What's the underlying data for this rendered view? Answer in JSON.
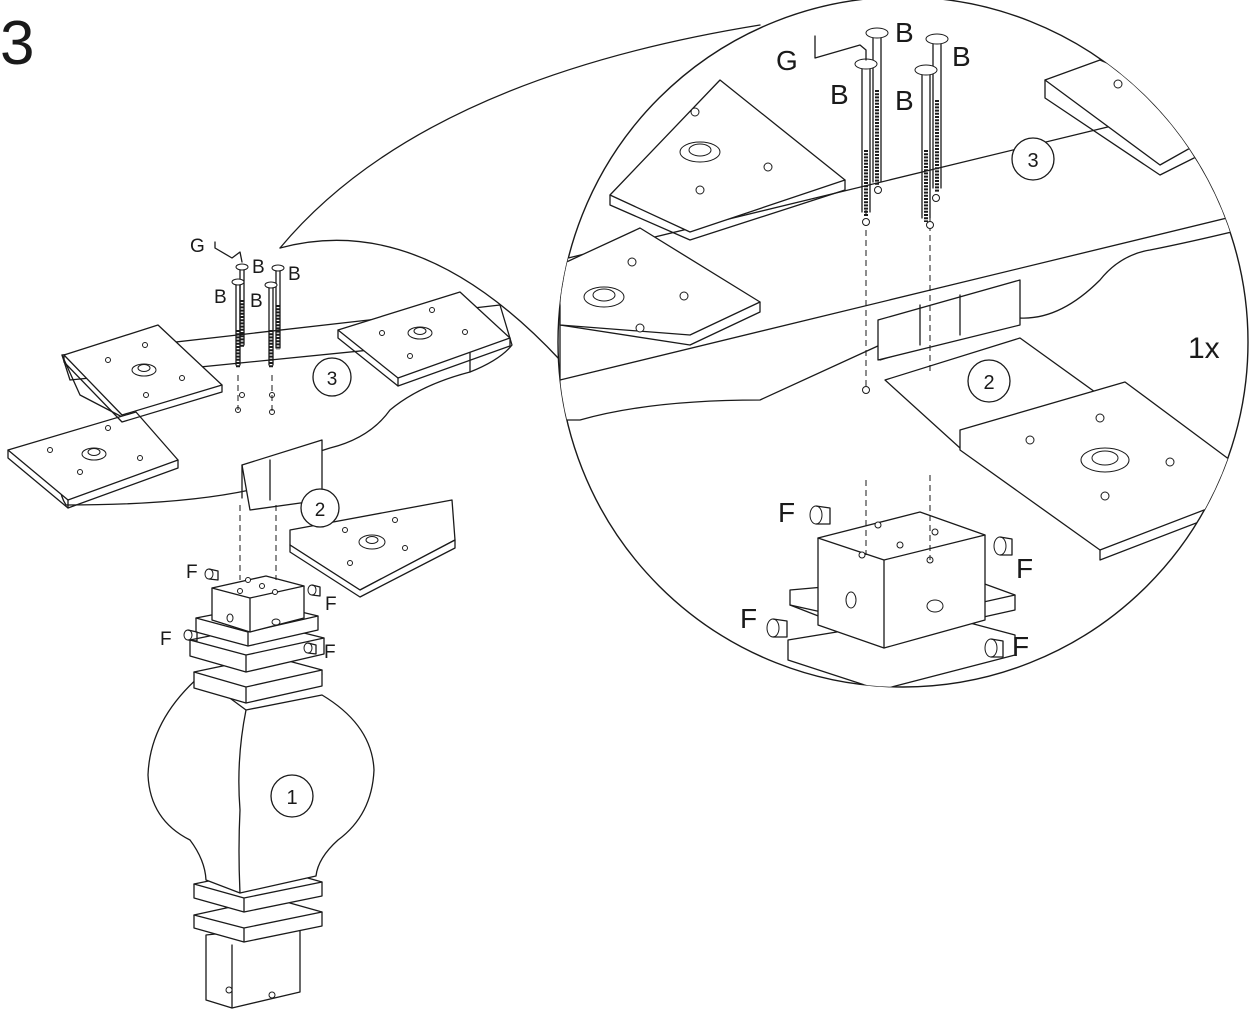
{
  "step_number": "3",
  "quantity": "1x",
  "part_numbers": {
    "leg": "1",
    "plate": "2",
    "beam": "3"
  },
  "hardware_labels": {
    "bolt": "B",
    "allen_key": "G",
    "barrel_nut": "F"
  }
}
